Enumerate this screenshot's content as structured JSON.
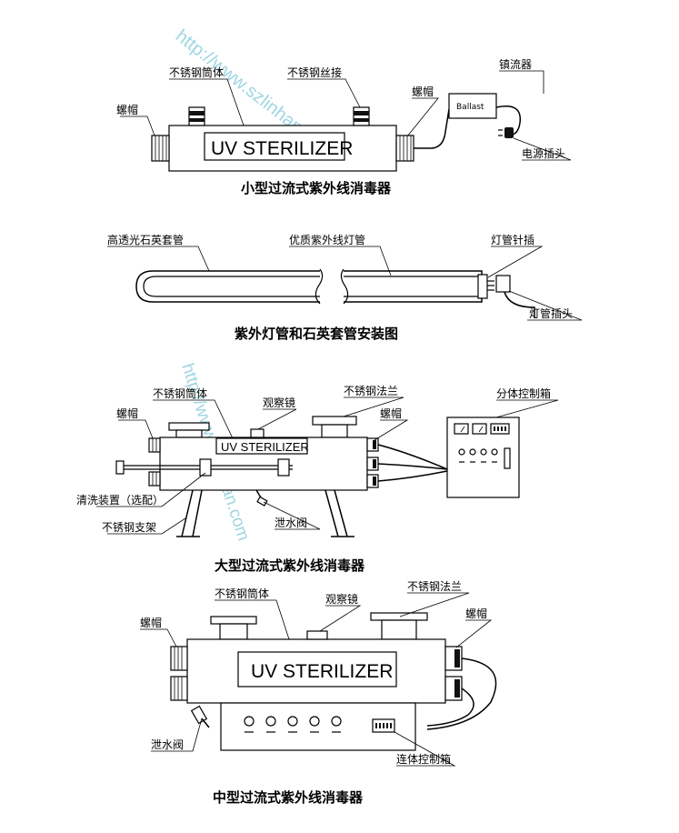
{
  "watermark": "http://www.szlinhan.com",
  "watermark_lower": "http://www.szlinhan.com",
  "small_sterilizer": {
    "label_body": "不锈钢筒体",
    "label_wire": "不锈钢丝接",
    "label_cap_left": "螺帽",
    "label_cap_right": "螺帽",
    "label_ballast": "镇流器",
    "ballast_text": "Ballast",
    "label_plug": "电源插头",
    "panel_text": "UV STERILIZER",
    "caption": "小型过流式紫外线消毒器"
  },
  "lamp": {
    "label_sleeve": "高透光石英套管",
    "label_lamp": "优质紫外线灯管",
    "label_pin": "灯管针插",
    "label_plug": "灯管插头",
    "caption": "紫外灯管和石英套管安装图"
  },
  "large_sterilizer": {
    "label_body": "不锈钢筒体",
    "label_window": "观察镜",
    "label_flange": "不锈钢法兰",
    "label_cap_left": "螺帽",
    "label_cap_right": "螺帽",
    "label_cabinet": "分体控制箱",
    "label_cleaning": "清洗装置（选配）",
    "label_stand": "不锈钢支架",
    "label_drain": "泄水阀",
    "panel_text": "UV STERILIZER",
    "caption": "大型过流式紫外线消毒器"
  },
  "medium_sterilizer": {
    "label_body": "不锈钢筒体",
    "label_window": "观察镜",
    "label_flange": "不锈钢法兰",
    "label_cap_left": "螺帽",
    "label_cap_right": "螺帽",
    "label_drain": "泄水阀",
    "label_cabinet": "连体控制箱",
    "panel_text": "UV STERILIZER",
    "caption": "中型过流式紫外线消毒器"
  }
}
